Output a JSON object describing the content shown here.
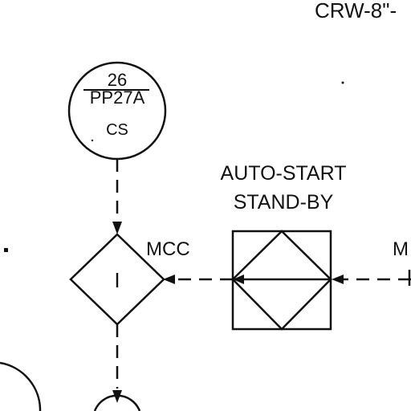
{
  "sheet": {
    "line_ref": "CRW-8\"-"
  },
  "instrument": {
    "tag_number": "26",
    "tag_id": "PP27A",
    "function": "CS"
  },
  "logic_gate": {
    "symbol": "I",
    "location_label": "MCC"
  },
  "auto_start": {
    "line1": "AUTO-START",
    "line2": "STAND-BY"
  },
  "right_edge_label": "M",
  "colors": {
    "ink": "#111111",
    "paper": "#ffffff"
  }
}
